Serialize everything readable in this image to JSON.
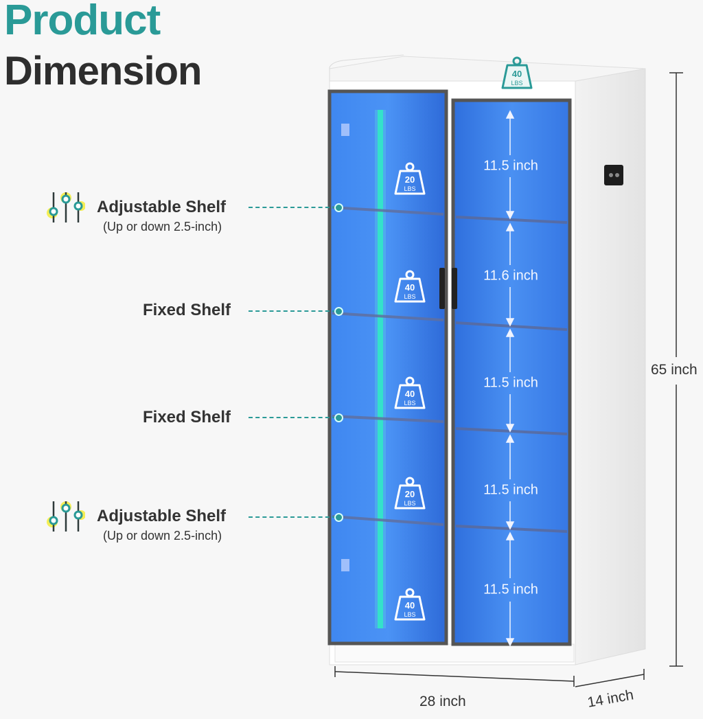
{
  "title": {
    "line1": "Product",
    "line2": "Dimension"
  },
  "labels": {
    "adjustable_top": {
      "label": "Adjustable Shelf",
      "sub": "(Up or down 2.5-inch)"
    },
    "fixed_1": {
      "label": "Fixed Shelf"
    },
    "fixed_2": {
      "label": "Fixed Shelf"
    },
    "adjustable_bottom": {
      "label": "Adjustable Shelf",
      "sub": "(Up or down 2.5-inch)"
    }
  },
  "dimensions": {
    "height": "65 inch",
    "width": "28 inch",
    "depth": "14 inch"
  },
  "compartments": [
    "11.5 inch",
    "11.6 inch",
    "11.5 inch",
    "11.5 inch",
    "11.5 inch"
  ],
  "weight_badges": {
    "top": {
      "value": "40",
      "unit": "LBS"
    },
    "shelf1": {
      "value": "20",
      "unit": "LBS"
    },
    "shelf2": {
      "value": "40",
      "unit": "LBS"
    },
    "shelf3": {
      "value": "40",
      "unit": "LBS"
    },
    "shelf4": {
      "value": "20",
      "unit": "LBS"
    },
    "shelf5": {
      "value": "40",
      "unit": "LBS"
    }
  },
  "colors": {
    "accent": "#2a9a97",
    "title_dark": "#2e2e2e",
    "glass_blue": "#3a7ce6",
    "led": "#22e6c0",
    "cabinet": "#ffffff"
  }
}
